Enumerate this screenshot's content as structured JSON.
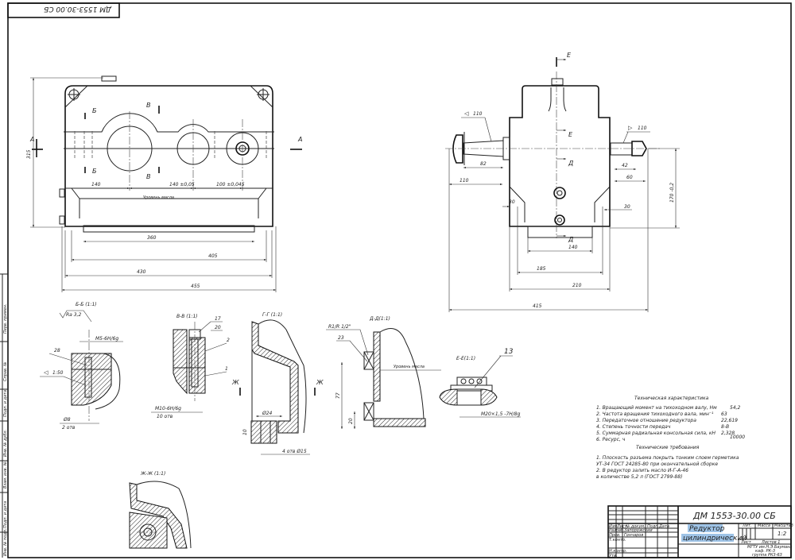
{
  "stamp_top": "ДМ 1553-30.00 СБ",
  "front_view": {
    "cut_a": "А",
    "cut_b": "Б",
    "cut_v": "В",
    "dims": {
      "height": "315",
      "d1": "140",
      "d2": "140 ±0,05",
      "d3": "100 ±0,045",
      "base_360": "360",
      "base_405": "405",
      "base_430": "430",
      "base_455": "455"
    },
    "oil_level": "Уровень масла"
  },
  "side_view": {
    "cut_e": "Е",
    "cut_d": "Д",
    "dims": {
      "taper_left": "110",
      "taper_right": "110",
      "len_82": "82",
      "len_110": "110",
      "len_42": "42",
      "len_60": "60",
      "w30_left": "30",
      "w30_right": "30",
      "h170": "170 -0,2",
      "w140": "140",
      "w185": "185",
      "w210": "210",
      "w415": "415"
    }
  },
  "sections": {
    "bb": {
      "title": "Б-Б (1:1)",
      "roughness": "Ra 3,2",
      "thread": "М5-6Н/6g",
      "item": "28",
      "taper": "1:50",
      "pin": "Ø8",
      "count": "2 отв"
    },
    "vv": {
      "title": "В-В (1:1)",
      "item17": "17",
      "item20": "20",
      "item2": "2",
      "item1": "1",
      "thread": "М10-6Н/6g",
      "count": "10 отв"
    },
    "gg": {
      "title": "Г-Г (1:1)",
      "cut_zh": "Ж",
      "dia": "Ø24",
      "h": "10",
      "holes": "4 отв Ø15"
    },
    "dd": {
      "title": "Д-Д(1:1)",
      "thread": "R1/R 1/2\"",
      "item": "23",
      "oil_level": "Уровень масла",
      "h77": "77",
      "h20": "20"
    },
    "ee": {
      "title": "Е-Е(1:1)",
      "item": "13",
      "thread": "М20×1,5 -7Н/8g"
    },
    "zhzh": {
      "title": "Ж-Ж (1:1)"
    }
  },
  "tech_characteristics": {
    "title": "Техническая характеристика",
    "rows": [
      {
        "label": "1. Вращающий момент на тихоходном валу, Нм",
        "value": "54,2"
      },
      {
        "label": "2. Частота вращения тихоходного вала, мин⁻¹",
        "value": "63"
      },
      {
        "label": "3. Передаточное отношение редуктора",
        "value": "22,619"
      },
      {
        "label": "4. Степень точности передач",
        "value": "8-В"
      },
      {
        "label": "5. Суммарная радиальная консольная сила, кН",
        "value": "2,328"
      },
      {
        "label": "6. Ресурс, ч",
        "value": "10000"
      }
    ]
  },
  "tech_requirements": {
    "title": "Технические требования",
    "lines": [
      "1. Плоскость разъема покрыть тонким слоем герметика",
      "УТ-34 ГОСТ 24285-80 при окончательной сборке",
      "2. В редуктор залить масло И-Г-А-46",
      "в количестве 5,2 л (ГОСТ 2799-88)"
    ]
  },
  "title_block": {
    "doc_number": "ДМ 1553-30.00 СБ",
    "name_line1": "Редуктор",
    "name_line2": "цилиндрический",
    "headers": {
      "lit": "Лит.",
      "mass": "Масса",
      "scale": "Масштаб"
    },
    "scale": "1:2",
    "sheet": "Лист",
    "sheets": "Листов 1",
    "rows": {
      "change": "Изм.",
      "sheet": "Лист",
      "doc": "№ докум.",
      "sign": "Подп.",
      "date": "Дата"
    },
    "roles": {
      "developer": "Разраб.",
      "checker": "Пров.",
      "tcontrol": "Т.контр.",
      "ncontrol": "Н.контр.",
      "approved": "Утв."
    },
    "names": {
      "developer": "Запорожский",
      "checker": "Гончаров"
    },
    "org": [
      "МГТУ им.Н.Э.Баумана",
      "каф. РК-3",
      "группа РК3-63"
    ]
  },
  "left_margin": [
    "Перв. примен.",
    "Справ. №",
    "Подп. и дата",
    "Инв. № дубл.",
    "Взам. инв. №",
    "Подп. и дата",
    "Инв. № подл."
  ]
}
